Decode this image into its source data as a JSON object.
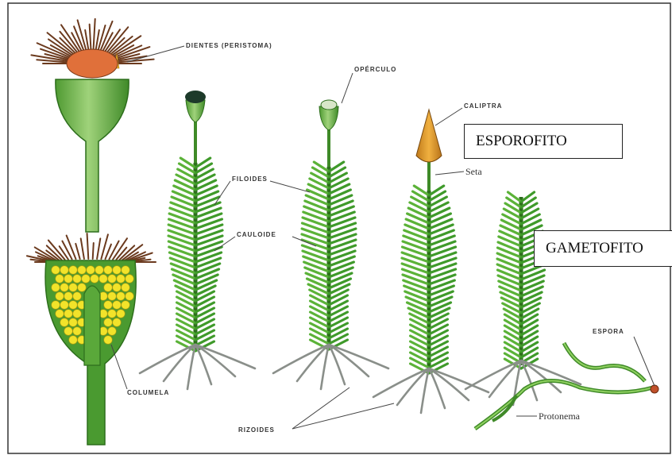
{
  "labels": {
    "dientes": "DIENTES (PERISTOMA)",
    "operculo": "OPÉRCULO",
    "caliptra": "CALIPTRA",
    "filoides": "FILOIDES",
    "cauloide": "CAULOIDE",
    "seta": "Seta",
    "espora": "ESPORA",
    "columela": "COLUMELA",
    "rizoides": "RIZOIDES",
    "protonema": "Protonema"
  },
  "boxes": {
    "esporofito": "ESPOROFITO",
    "gametofito": "GAMETOFITO"
  },
  "colors": {
    "plant_green": "#3f9a2a",
    "leaf_green": "#5bb238",
    "dark_green": "#2d6e1c",
    "capsule_green": "#6cae4a",
    "spore_yellow": "#f2e32a",
    "caliptra_orange": "#e39a2a",
    "rhizoid_gray": "#8a8f8a",
    "peristome_brown": "#6b3a1e"
  }
}
